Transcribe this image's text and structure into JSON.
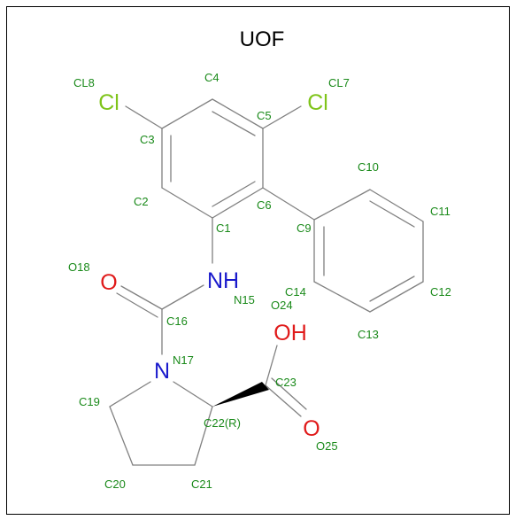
{
  "title": "UOF",
  "colors": {
    "bond": "#808080",
    "carbon_label": "#1a8a1a",
    "chlorine": "#7fc41a",
    "nitrogen": "#1a1acc",
    "oxygen": "#e01a1a"
  },
  "element_labels": {
    "cl_left": "Cl",
    "cl_right": "Cl",
    "nh": "NH",
    "o_carbonyl": "O",
    "n_ring": "N",
    "oh": "OH",
    "o_acid": "O"
  },
  "atom_labels": {
    "cl8": "CL8",
    "c4": "C4",
    "cl7": "CL7",
    "c3": "C3",
    "c5": "C5",
    "c10": "C10",
    "c2": "C2",
    "c6": "C6",
    "c11": "C11",
    "c1": "C1",
    "c9": "C9",
    "o18": "O18",
    "c14": "C14",
    "n15": "N15",
    "o24": "O24",
    "c12": "C12",
    "c16": "C16",
    "c13": "C13",
    "n17": "N17",
    "c23": "C23",
    "c19": "C19",
    "c22": "C22(R)",
    "o25": "O25",
    "c20": "C20",
    "c21": "C21"
  }
}
